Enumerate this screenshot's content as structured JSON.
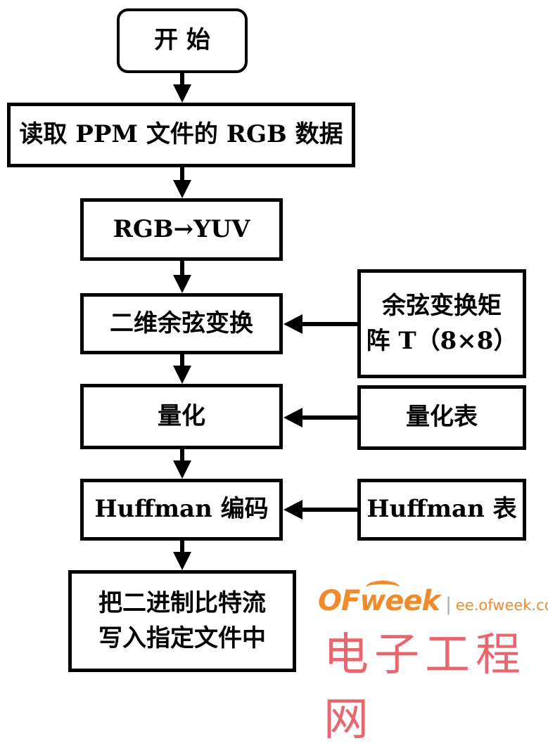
{
  "flowchart": {
    "start": "开 始",
    "read": "读取 PPM 文件的 RGB 数据",
    "convert": "RGB→YUV",
    "dct": "二维余弦变换",
    "dct_matrix": {
      "line1": "余弦变换矩",
      "line2": "阵 T（8×8）"
    },
    "quantize": "量化",
    "quant_table": "量化表",
    "huffman_encode": "Huffman 编码",
    "huffman_table": "Huffman 表",
    "write": {
      "line1": "把二进制比特流",
      "line2": "写入指定文件中"
    }
  },
  "watermark": {
    "brand": "OFweek",
    "url": "ee.ofweek.com",
    "title": "电子工程网",
    "brand_color": "#f08a2a",
    "title_color": "#e8676e"
  }
}
